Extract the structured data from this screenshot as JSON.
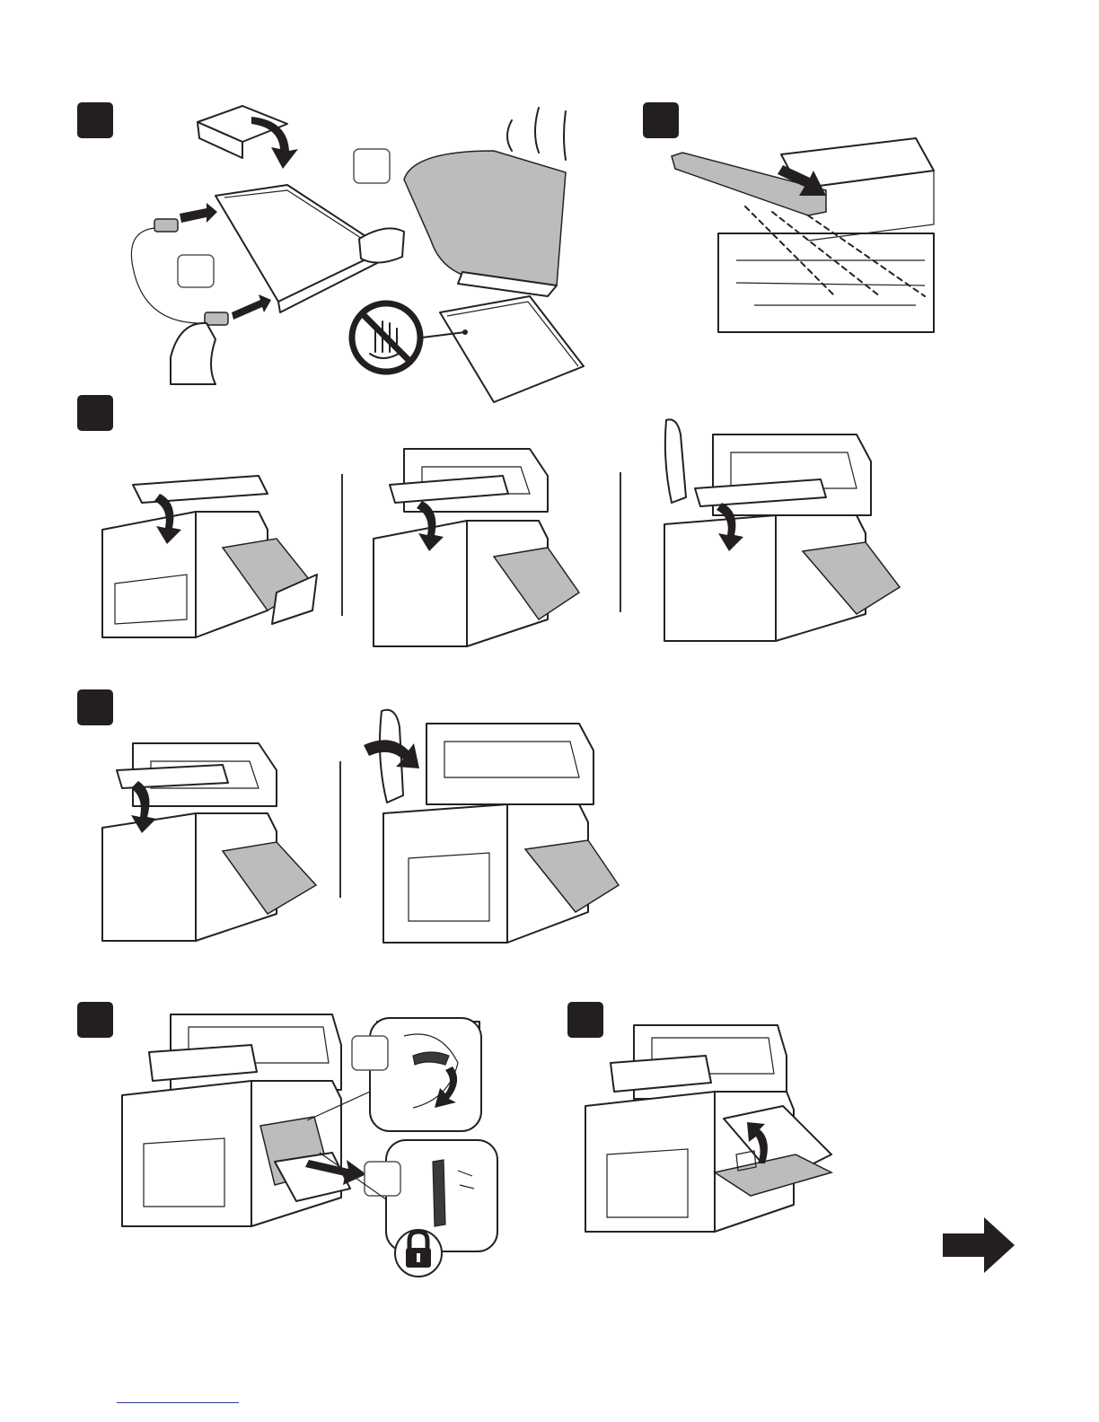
{
  "steps": [
    {
      "id": "step-1-unpack-transfer-belt"
    },
    {
      "id": "step-2-install-transfer-belt"
    },
    {
      "id": "step-3-close-top-cover"
    },
    {
      "id": "step-4-close-cover-variants"
    },
    {
      "id": "step-5-insert-waste-container-and-lock"
    },
    {
      "id": "step-6-close-side-door"
    }
  ],
  "icons": {
    "next_page": "right-arrow-icon",
    "no_touch": "no-touch-hand-icon",
    "lock": "lock-icon"
  },
  "colors": {
    "badge": "#231f20",
    "belt_gray": "#bcbcbc",
    "link_line": "#2d3b9c"
  }
}
